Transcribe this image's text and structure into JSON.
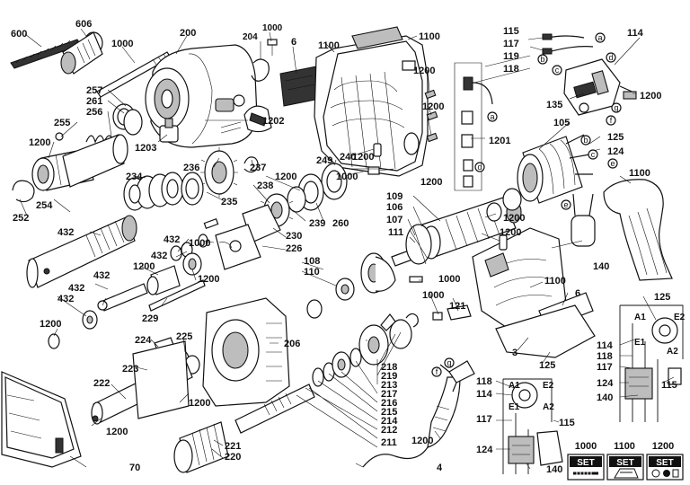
{
  "diagram": {
    "part_labels": {
      "p600": "600",
      "p606": "606",
      "p1000a": "1000",
      "p200": "200",
      "p204": "204",
      "p1000b": "1000",
      "p6a": "6",
      "p1100a": "1100",
      "p1100b": "1100",
      "p115a": "115",
      "p117": "117",
      "p119": "119",
      "p118a": "118",
      "p114a": "114",
      "p257": "257",
      "p261": "261",
      "p256": "256",
      "p255": "255",
      "p1200a": "1200",
      "p1203": "1203",
      "p1202": "1202",
      "p1200b": "1200",
      "p1200c": "1200",
      "p1201": "1201",
      "p135": "135",
      "p1200d": "1200",
      "p105": "105",
      "p125a": "125",
      "p124a": "124",
      "p1100c": "1100",
      "p236": "236",
      "p237": "237",
      "p249": "249",
      "p240": "240",
      "p1200e": "1200",
      "p1000c": "1000",
      "p1200f": "1200",
      "p254": "254",
      "p252": "252",
      "p234": "234",
      "p238": "238",
      "p235": "235",
      "p1200g": "1200",
      "p239": "239",
      "p260": "260",
      "p109": "109",
      "p106": "106",
      "p107": "107",
      "p1200h": "1200",
      "p432a": "432",
      "p432b": "432",
      "p1000d": "1000",
      "p230": "230",
      "p226": "226",
      "p111": "111",
      "p1200i": "1200",
      "p432c": "432",
      "p1200j": "1200",
      "p432d": "432",
      "p1200k": "1200",
      "p140a": "140",
      "p108": "108",
      "p110": "110",
      "p1000e": "1000",
      "p1100d": "1100",
      "p6b": "6",
      "p432e": "432",
      "p432f": "432",
      "p229": "229",
      "p1000f": "1000",
      "p121": "121",
      "p125b": "125",
      "p1200l": "1200",
      "p224": "224",
      "p225": "225",
      "p206": "206",
      "p3": "3",
      "p125c": "125",
      "p114b": "114",
      "p118b": "118",
      "p117b": "117",
      "p124b": "124",
      "p140b": "140",
      "p115b": "115",
      "p222": "222",
      "p223": "223",
      "p1200m": "1200",
      "p218": "218",
      "p219": "219",
      "p213": "213",
      "p217": "217",
      "p216": "216",
      "p215": "215",
      "p214": "214",
      "p212": "212",
      "p211": "211",
      "p1200n": "1200",
      "p118c": "118",
      "p114c": "114",
      "p117c": "117",
      "p115c": "115",
      "p124c": "124",
      "p140c": "140",
      "p221": "221",
      "p220": "220",
      "p70": "70",
      "p1200o": "1200",
      "p4": "4"
    },
    "connector_letters": {
      "a1": "a",
      "b1": "b",
      "c1": "c",
      "d1": "d",
      "a2": "a",
      "f1": "f",
      "g1": "g",
      "b2": "b",
      "c2": "c",
      "e1": "e",
      "d2": "d",
      "e2": "e",
      "f2": "f",
      "g2": "g"
    },
    "set_boxes": [
      {
        "number": "1000",
        "text": "SET",
        "icon": "screw-icon"
      },
      {
        "number": "1100",
        "text": "SET",
        "icon": "housing-icon"
      },
      {
        "number": "1200",
        "text": "SET",
        "icon": "parts-icon"
      }
    ],
    "schematic_labels": {
      "sa1": "A1",
      "sa2": "A2",
      "se1": "E1",
      "se2": "E2",
      "sb_a1": "A1",
      "sb_a2": "A2",
      "sb_e1": "E1",
      "sb_e2": "E2"
    }
  }
}
